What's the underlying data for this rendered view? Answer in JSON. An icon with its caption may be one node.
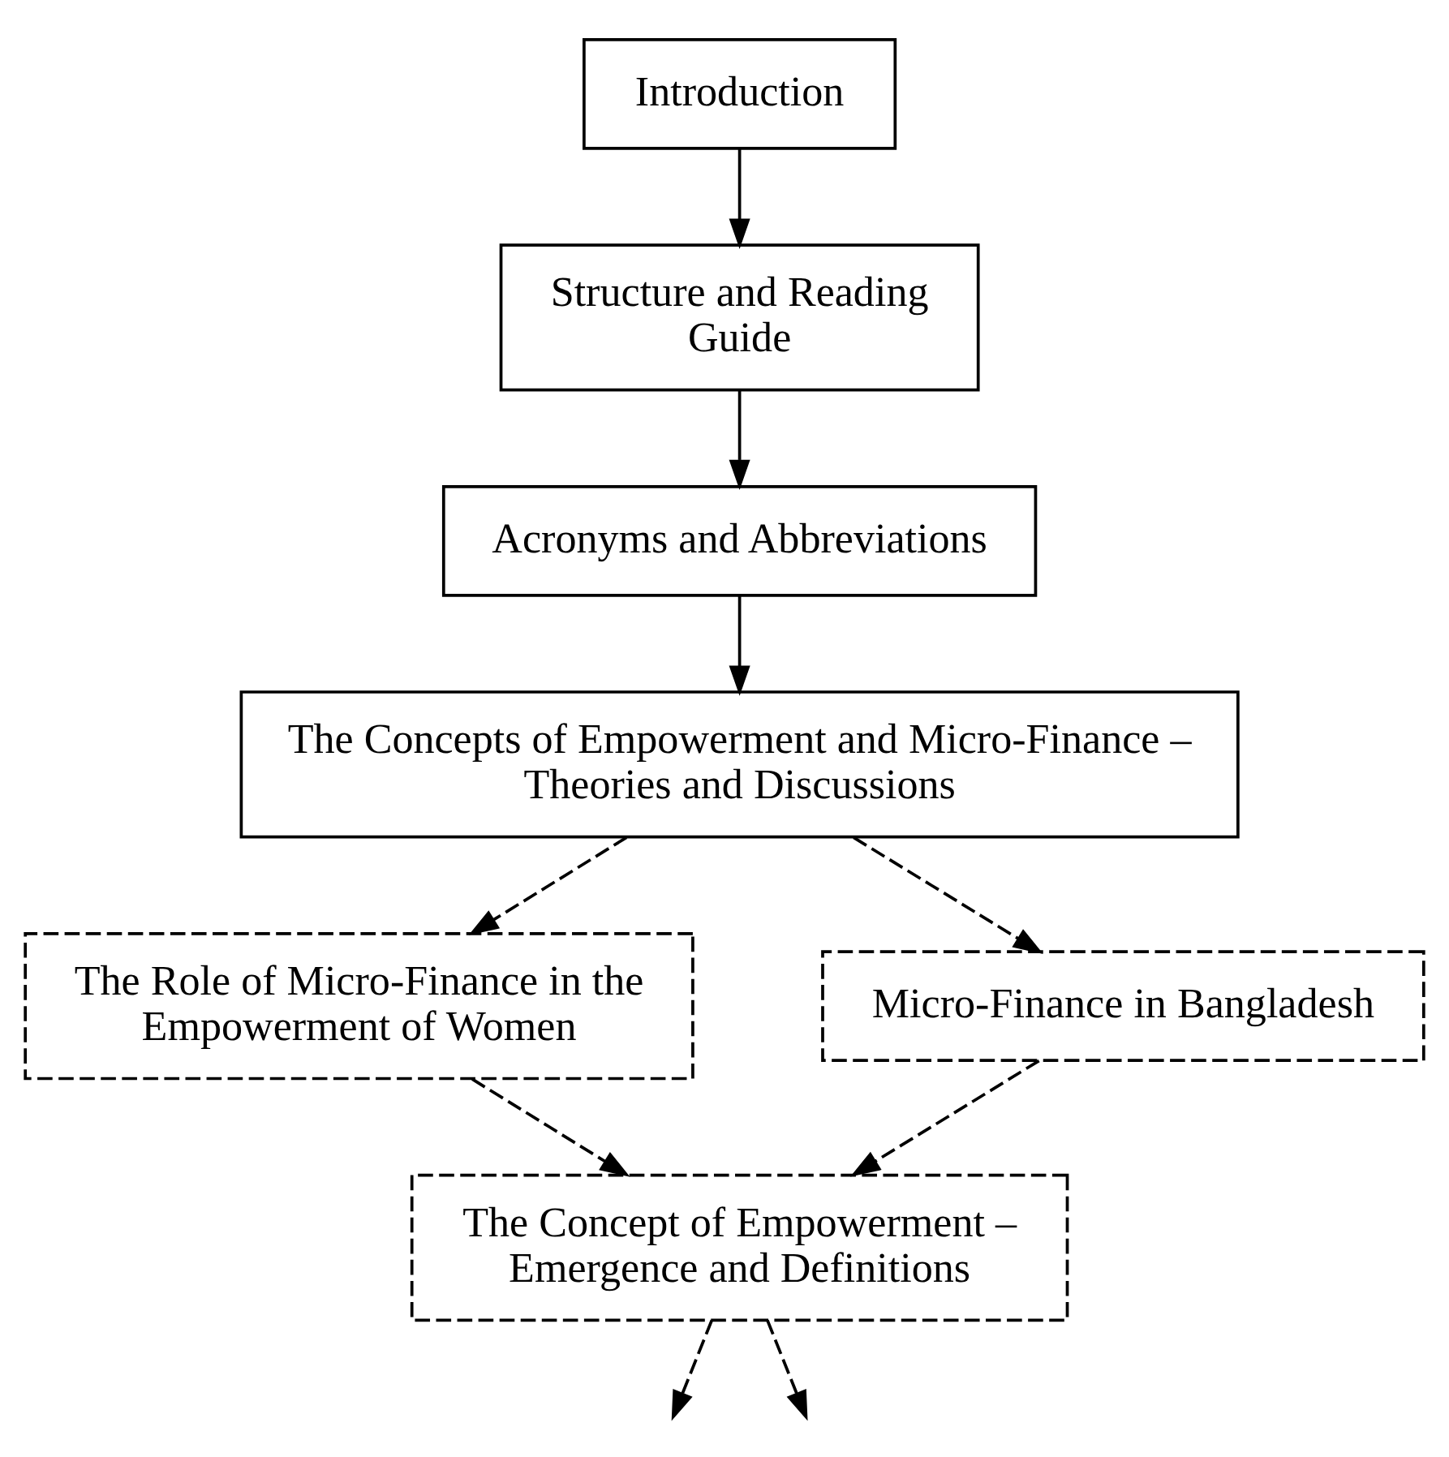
{
  "diagram": {
    "nodes": [
      {
        "text": [
          "Introduction"
        ]
      },
      {
        "text": [
          "Structure and Reading Guide"
        ]
      },
      {
        "text": [
          "Acronyms and Abbreviations"
        ]
      },
      {
        "text": [
          "The Concepts of Empowerment and Micro-Finance – Theories and Discussions"
        ]
      },
      {
        "text": [
          "The Role of Micro-Finance in the Empowerment of Women"
        ]
      },
      {
        "text": [
          "Micro-Finance in Bangladesh"
        ]
      },
      {
        "text": [
          "The Concept of Empowerment – Emergence and Definitions"
        ]
      }
    ],
    "edges": [
      {
        "from": 0,
        "to": 1,
        "arrow": "to"
      },
      {
        "from": 1,
        "to": 2,
        "arrow": "to"
      },
      {
        "from": 2,
        "to": 3,
        "arrow": "to"
      },
      {
        "from": 3,
        "to": 4,
        "arrow": "to",
        "style": "dashed"
      },
      {
        "from": 3,
        "to": 5,
        "arrow": "to",
        "style": "dashed"
      },
      {
        "from": 4,
        "to": 6,
        "arrow": "to",
        "style": "dashed"
      },
      {
        "from": 5,
        "to": 6,
        "arrow": "to",
        "style": "dashed"
      },
      {
        "from": 6,
        "to": null,
        "arrow": "to",
        "style": "dashed"
      },
      {
        "from": 6,
        "to": null,
        "arrow": "to",
        "style": "dashed"
      }
    ]
  }
}
